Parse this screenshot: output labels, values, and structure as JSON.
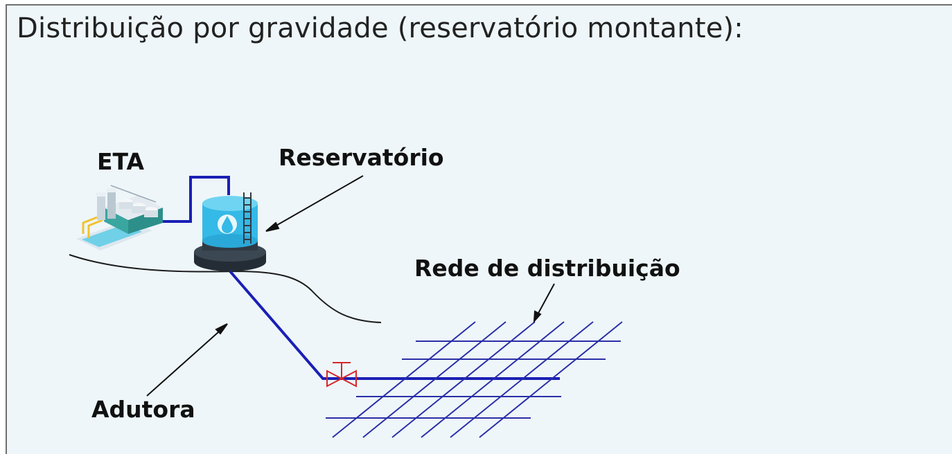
{
  "slide": {
    "title": "Distribuição por gravidade (reservatório montante):",
    "labels": {
      "eta": "ETA",
      "reservatorio": "Reservatório",
      "rede": "Rede de distribuição",
      "adutora": "Adutora"
    }
  },
  "icons": {
    "eta": "water-treatment-plant-icon",
    "reservoir": "water-reservoir-tank-icon",
    "valve": "gate-valve-icon"
  },
  "colors": {
    "pipe": "#1a1fb5",
    "grid": "#2a2fa8",
    "valve": "#d8262a",
    "tank": "#35b9e6",
    "tank_base": "#2f3a44",
    "background": "#eef6f9"
  }
}
